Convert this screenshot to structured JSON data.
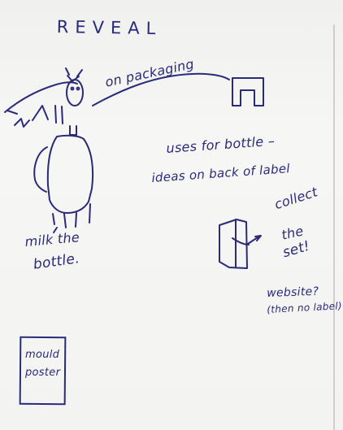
{
  "title": "REVEAL",
  "notes": {
    "packaging": "on packaging",
    "uses_line1": "uses for bottle –",
    "uses_line2": "ideas on back of label",
    "collect": "collect",
    "the": "the",
    "set": "set!",
    "milk_line1": "milk the",
    "milk_line2": "bottle.",
    "website": "website?",
    "then_no_label": "(then no label)",
    "poster_line1": "mould",
    "poster_line2": "poster"
  },
  "icons": {
    "cow": "cow-sketch-icon",
    "bottle": "bottle-sketch-icon",
    "packaging": "packaging-outline-icon",
    "label": "label-card-icon"
  }
}
